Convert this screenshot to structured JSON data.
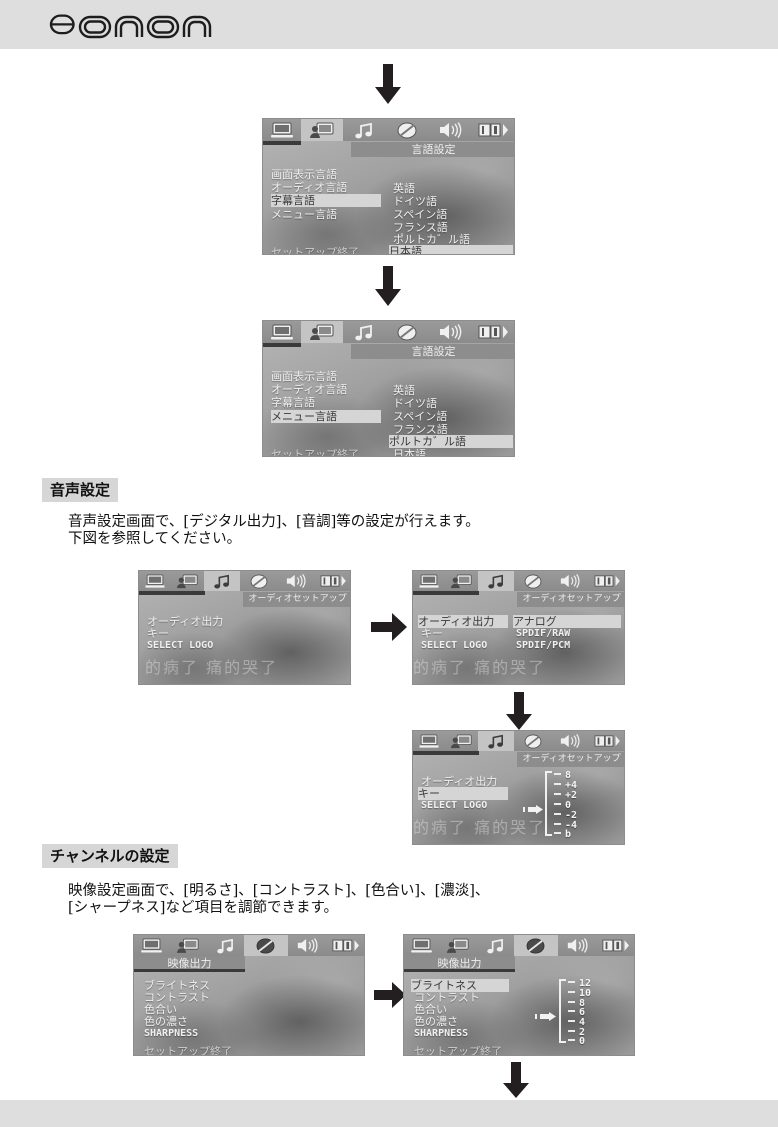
{
  "header": {
    "logo_text": "eonon"
  },
  "sections": [
    {
      "id": "audio",
      "heading": "音声設定",
      "paragraph_line1": "音声設定画面で、[デジタル出力]、[音調]等の設定が行えます。",
      "paragraph_line2": "下図を参照してください。"
    },
    {
      "id": "channel",
      "heading": "チャンネルの設定",
      "paragraph_line1": "映像設定画面で、[明るさ]、[コントラスト]、[色合い]、[濃淡]、",
      "paragraph_line2": "[シャープネス]など項目を調節できます。"
    }
  ],
  "icon_bar": {
    "icons": [
      {
        "name": "monitor-icon",
        "label": "一般設定"
      },
      {
        "name": "person-screen-icon",
        "label": "言語設定"
      },
      {
        "name": "music-note-icon",
        "label": "オーディオセットアップ"
      },
      {
        "name": "disc-icon",
        "label": "映像出力"
      },
      {
        "name": "speaker-icon",
        "label": "スピーカー設定"
      },
      {
        "name": "display-icon",
        "label": "デジタル設定"
      }
    ]
  },
  "panels": {
    "lang_subtitle": {
      "title": "言語設定",
      "selected_icon_index": 1,
      "menu": [
        {
          "label": "画面表示言語",
          "highlight": false
        },
        {
          "label": "オーディオ言語",
          "highlight": false
        },
        {
          "label": "字幕言語",
          "highlight": true
        },
        {
          "label": "メニュー言語",
          "highlight": false
        }
      ],
      "options": [
        {
          "label": "英語",
          "highlight": false
        },
        {
          "label": "ドイツ語",
          "highlight": false
        },
        {
          "label": "スペイン語",
          "highlight": false
        },
        {
          "label": "フランス語",
          "highlight": false
        },
        {
          "label": "ポルトカ゛ル語",
          "highlight": false
        },
        {
          "label": "日本語",
          "highlight": true
        }
      ],
      "footer": "セットアップ終了"
    },
    "lang_menu": {
      "title": "言語設定",
      "selected_icon_index": 1,
      "menu": [
        {
          "label": "画面表示言語",
          "highlight": false
        },
        {
          "label": "オーディオ言語",
          "highlight": false
        },
        {
          "label": "字幕言語",
          "highlight": false
        },
        {
          "label": "メニュー言語",
          "highlight": true
        }
      ],
      "options": [
        {
          "label": "英語",
          "highlight": false
        },
        {
          "label": "ドイツ語",
          "highlight": false
        },
        {
          "label": "スペイン語",
          "highlight": false
        },
        {
          "label": "フランス語",
          "highlight": false
        },
        {
          "label": "ポルトカ゛ル語",
          "highlight": true
        },
        {
          "label": "日本語",
          "highlight": false
        }
      ],
      "footer": "セットアップ終了"
    },
    "audio_left": {
      "title": "オーディオセットアップ",
      "selected_icon_index": 2,
      "menu": [
        {
          "label": "オーディオ出力",
          "highlight": false
        },
        {
          "label": "キー",
          "highlight": false
        },
        {
          "label": "SELECT LOGO",
          "highlight": false,
          "latin": true
        }
      ],
      "ghost_text": "的病了   痛的哭了"
    },
    "audio_right": {
      "title": "オーディオセットアップ",
      "selected_icon_index": 2,
      "menu": [
        {
          "label": "オーディオ出力",
          "highlight": true
        },
        {
          "label": "キー",
          "highlight": false
        },
        {
          "label": "SELECT LOGO",
          "highlight": false,
          "latin": true
        }
      ],
      "options": [
        {
          "label": "アナログ",
          "highlight": true
        },
        {
          "label": "SPDIF/RAW",
          "highlight": false,
          "latin": true
        },
        {
          "label": "SPDIF/PCM",
          "highlight": false,
          "latin": true
        }
      ],
      "ghost_text": "的病了   痛的哭了"
    },
    "audio_tone": {
      "title": "オーディオセットアップ",
      "selected_icon_index": 2,
      "menu": [
        {
          "label": "オーディオ出力",
          "highlight": false
        },
        {
          "label": "キー",
          "highlight": true
        },
        {
          "label": "SELECT LOGO",
          "highlight": false,
          "latin": true
        }
      ],
      "scale_values": [
        "8",
        "+4",
        "+2",
        "0",
        "-2",
        "-4",
        "b"
      ],
      "pointer_index": 3,
      "ghost_text": "的病了   痛的哭了"
    },
    "video_left": {
      "title": "映像出力",
      "selected_icon_index": 3,
      "menu": [
        {
          "label": "ブライトネス",
          "highlight": false
        },
        {
          "label": "コントラスト",
          "highlight": false
        },
        {
          "label": "色合い",
          "highlight": false
        },
        {
          "label": "色の濃さ",
          "highlight": false
        },
        {
          "label": "SHARPNESS",
          "highlight": false,
          "latin": true
        }
      ],
      "footer": "セットアップ終了"
    },
    "video_right": {
      "title": "映像出力",
      "selected_icon_index": 3,
      "menu": [
        {
          "label": "ブライトネス",
          "highlight": true
        },
        {
          "label": "コントラスト",
          "highlight": false
        },
        {
          "label": "色合い",
          "highlight": false
        },
        {
          "label": "色の濃さ",
          "highlight": false
        },
        {
          "label": "SHARPNESS",
          "highlight": false,
          "latin": true
        }
      ],
      "scale_values": [
        "12",
        "10",
        "8",
        "6",
        "4",
        "2",
        "0"
      ],
      "pointer_index": 3,
      "footer": "セットアップ終了"
    }
  },
  "flow_arrows": [
    {
      "name": "arrow-down-top",
      "direction": "down"
    },
    {
      "name": "arrow-down-lang",
      "direction": "down"
    },
    {
      "name": "arrow-right-audio",
      "direction": "right"
    },
    {
      "name": "arrow-down-audio",
      "direction": "down"
    },
    {
      "name": "arrow-right-video",
      "direction": "right"
    },
    {
      "name": "arrow-down-bottom",
      "direction": "down"
    }
  ]
}
